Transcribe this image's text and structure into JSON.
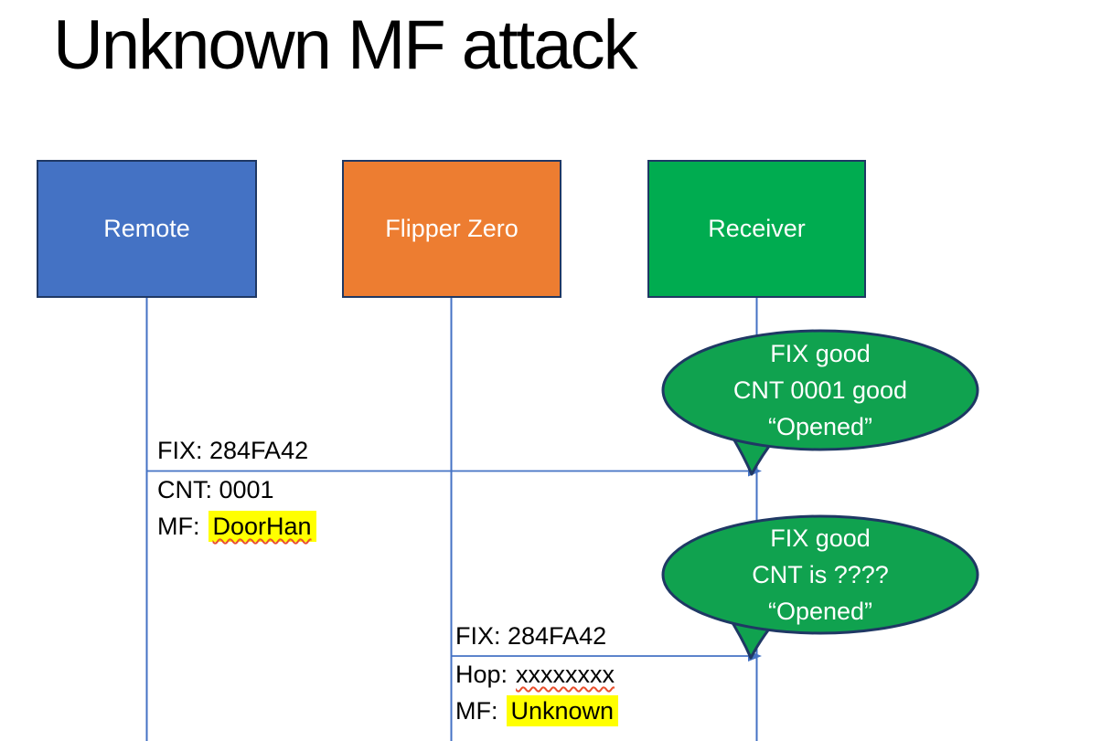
{
  "title": "Unknown MF attack",
  "actors": [
    {
      "label": "Remote",
      "fill": "#4472C4"
    },
    {
      "label": "Flipper Zero",
      "fill": "#ED7D31"
    },
    {
      "label": "Receiver",
      "fill": "#00AC50"
    }
  ],
  "messages": [
    {
      "fix": "FIX: 284FA42",
      "cnt": "CNT: 0001",
      "mf_label": "MF:",
      "mf_value": "DoorHan"
    },
    {
      "fix": "FIX: 284FA42",
      "hop_label": "Hop:",
      "hop_value": "xxxxxxxx",
      "mf_label": "MF:",
      "mf_value": "Unknown"
    }
  ],
  "bubbles": [
    {
      "lines": [
        "FIX good",
        "CNT 0001 good",
        "“Opened”"
      ]
    },
    {
      "lines": [
        "FIX good",
        "CNT is ????",
        "“Opened”"
      ]
    }
  ],
  "colors": {
    "actor_blue": "#4472C4",
    "actor_orange": "#ED7D31",
    "actor_green": "#00AC50",
    "bubble_green": "#10A24F",
    "shape_border": "#1F3864",
    "line_blue": "#4472C4",
    "highlight_yellow": "#FFFF00",
    "squiggle_red": "#E8502E",
    "text_white": "#FFFFFF",
    "text_black": "#000000"
  }
}
